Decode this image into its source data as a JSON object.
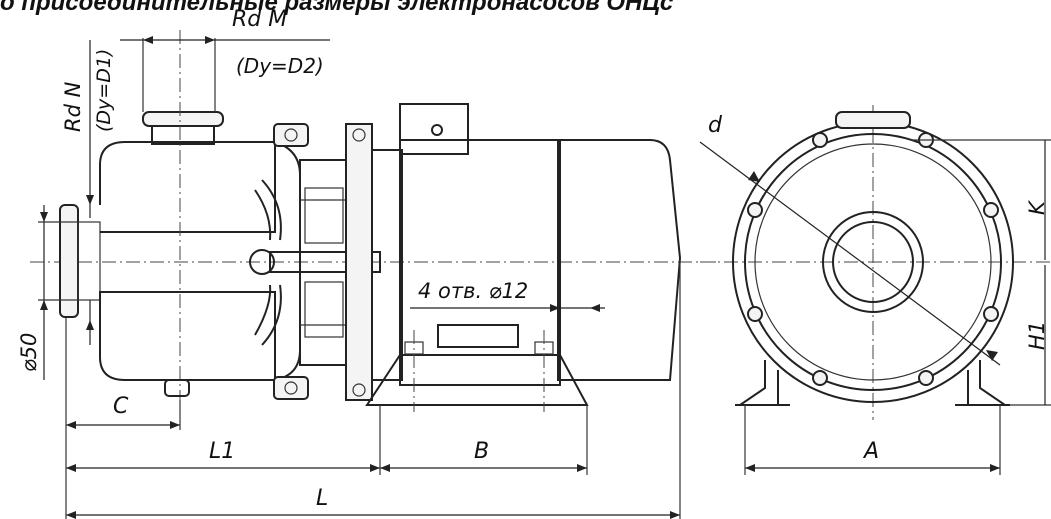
{
  "title": "о присоединительные размеры электронасосов ОНЦс",
  "labels": {
    "rd_m": "Rd M",
    "dy_d2": "(Dy=D2)",
    "rd_n": "Rd N",
    "dy_d1": "(Dy=D1)",
    "holes": "4 отв. ⌀12",
    "phi50": "⌀50",
    "c": "C",
    "l1": "L1",
    "b": "B",
    "l": "L",
    "d": "d",
    "k": "K",
    "h1": "H1",
    "a": "A"
  }
}
